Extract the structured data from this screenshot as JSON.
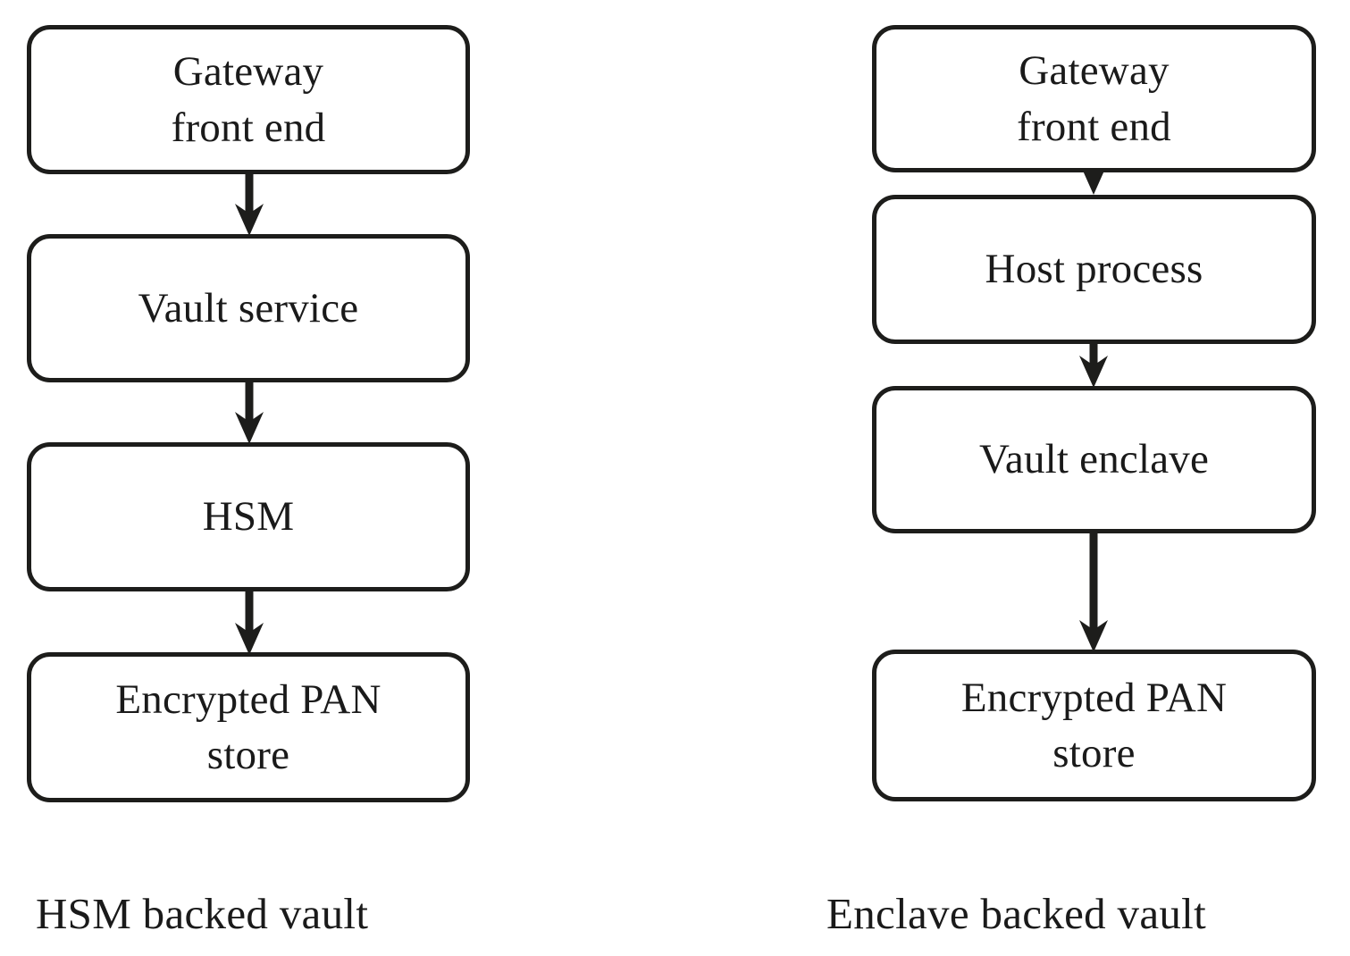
{
  "diagram": {
    "title_left": "HSM backed vault",
    "title_right": "Enclave backed vault",
    "stroke_color": "#1d1d1b",
    "text_color": "#1a1a1a",
    "background_color": "#ffffff",
    "columns": [
      {
        "id": "hsm-backed-vault",
        "caption": "HSM backed vault",
        "nodes": [
          {
            "id": "gateway-front-end",
            "label": "Gateway\nfront end"
          },
          {
            "id": "vault-service",
            "label": "Vault service"
          },
          {
            "id": "hsm",
            "label": "HSM"
          },
          {
            "id": "encrypted-pan-store",
            "label": "Encrypted PAN\nstore"
          }
        ],
        "edges": [
          {
            "from": "gateway-front-end",
            "to": "vault-service",
            "direction": "down"
          },
          {
            "from": "vault-service",
            "to": "hsm",
            "direction": "down"
          },
          {
            "from": "hsm",
            "to": "encrypted-pan-store",
            "direction": "down"
          }
        ]
      },
      {
        "id": "enclave-backed-vault",
        "caption": "Enclave backed vault",
        "nodes": [
          {
            "id": "gateway-front-end",
            "label": "Gateway\nfront end"
          },
          {
            "id": "host-process",
            "label": "Host process"
          },
          {
            "id": "vault-enclave",
            "label": "Vault enclave"
          },
          {
            "id": "encrypted-pan-store",
            "label": "Encrypted PAN\nstore"
          }
        ],
        "edges": [
          {
            "from": "gateway-front-end",
            "to": "host-process",
            "direction": "down"
          },
          {
            "from": "host-process",
            "to": "vault-enclave",
            "direction": "down"
          },
          {
            "from": "vault-enclave",
            "to": "encrypted-pan-store",
            "direction": "down"
          }
        ]
      }
    ]
  }
}
